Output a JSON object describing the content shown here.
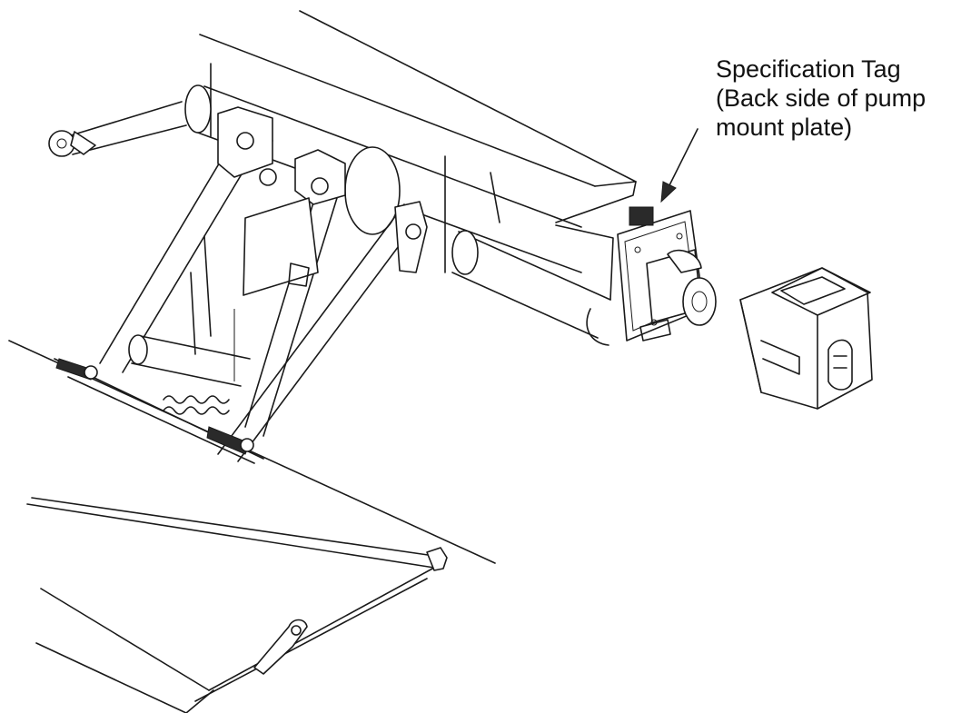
{
  "callout": {
    "lines": [
      "Specification Tag",
      "(Back side of pump",
      "mount plate)"
    ]
  },
  "colors": {
    "line": "#1a1a1a",
    "background": "#ffffff"
  },
  "icons": {
    "callout_pointer": "arrow-icon"
  }
}
